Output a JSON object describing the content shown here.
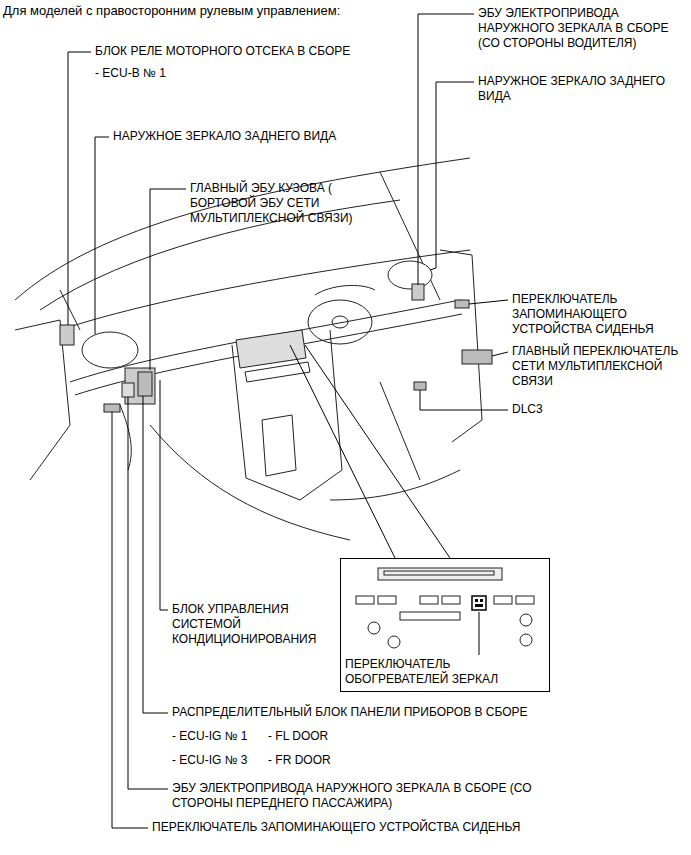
{
  "diagram": {
    "title": "Для моделей с правосторонним рулевым управлением:",
    "nodes": [
      {
        "text": [
          "ПЕРЕКЛЮЧАТЕЛЬ ОБОГРЕВАТЕЛЕЙ ЗЕРКАЛ"
        ]
      }
    ],
    "labels": [
      "БЛОК РЕЛЕ МОТОРНОГО ОТСЕКА В СБОРЕ",
      "- ECU-B № 1",
      "НАРУЖНОЕ ЗЕРКАЛО ЗАДНЕГО ВИДА",
      "ГЛАВНЫЙ ЭБУ КУЗОВА ( БОРТОВОЙ ЭБУ СЕТИ МУЛЬТИПЛЕКСНОЙ СВЯЗИ)",
      "ЭБУ ЭЛЕКТРОПРИВОДА НАРУЖНОГО ЗЕРКАЛА В СБОРЕ (СО СТОРОНЫ ВОДИТЕЛЯ)",
      "НАРУЖНОЕ ЗЕРКАЛО ЗАДНЕГО ВИДА",
      "ПЕРЕКЛЮЧАТЕЛЬ ЗАПОМИНАЮЩЕГО УСТРОЙСТВА СИДЕНЬЯ",
      "ГЛАВНЫЙ ПЕРЕКЛЮЧАТЕЛЬ СЕТИ МУЛЬТИПЛЕКСНОЙ СВЯЗИ",
      "DLC3",
      "БЛОК УПРАВЛЕНИЯ СИСТЕМОЙ КОНДИЦИОНИРОВАНИЯ",
      "РАСПРЕДЕЛИТЕЛЬНЫЙ БЛОК ПАНЕЛИ ПРИБОРОВ В СБОРЕ",
      "- ECU-IG № 1",
      "- FL DOOR",
      "- ECU-IG № 3",
      "- FR DOOR",
      "ЭБУ ЭЛЕКТРОПРИВОДА НАРУЖНОГО ЗЕРКАЛА В СБОРЕ (СО СТОРОНЫ ПЕРЕДНЕГО ПАССАЖИРА)",
      "ПЕРЕКЛЮЧАТЕЛЬ ЗАПОМИНАЮЩЕГО УСТРОЙСТВА СИДЕНЬЯ"
    ]
  }
}
